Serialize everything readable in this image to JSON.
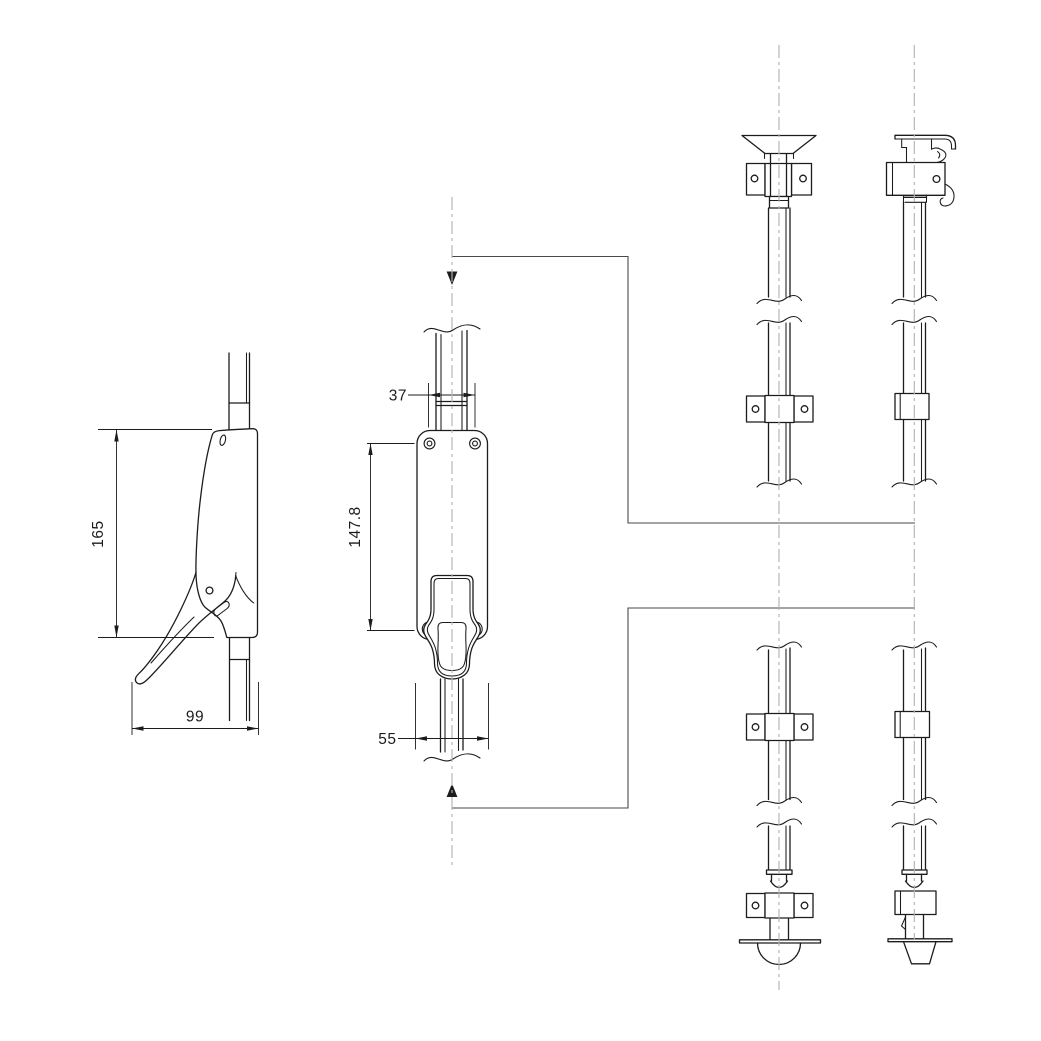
{
  "meta": {
    "background": "#ffffff",
    "type": "technical-drawing"
  },
  "colors": {
    "line": "#1c1c1c",
    "centerline": "#b3b3b3",
    "connector": "#4a4a4a",
    "dimension": "#1c1c1c"
  },
  "dimensions": {
    "side_view_height": "165",
    "side_view_depth": "99",
    "rod_top_width": "37",
    "body_screw_distance": "147.8",
    "body_width": "55"
  }
}
